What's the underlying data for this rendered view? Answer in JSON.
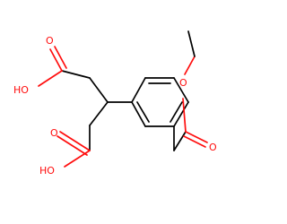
{
  "molecule": {
    "atom_labels": {
      "ho_top": "HO",
      "o_top_carbonyl": "O",
      "ho_bottom": "HO",
      "o_bottom_carbonyl": "O",
      "o_ester_ether": "O",
      "o_ester_carbonyl": "O"
    },
    "colors": {
      "carbon_bond": "#000000",
      "oxygen": "#ff0d0d",
      "background": "#ffffff"
    }
  }
}
